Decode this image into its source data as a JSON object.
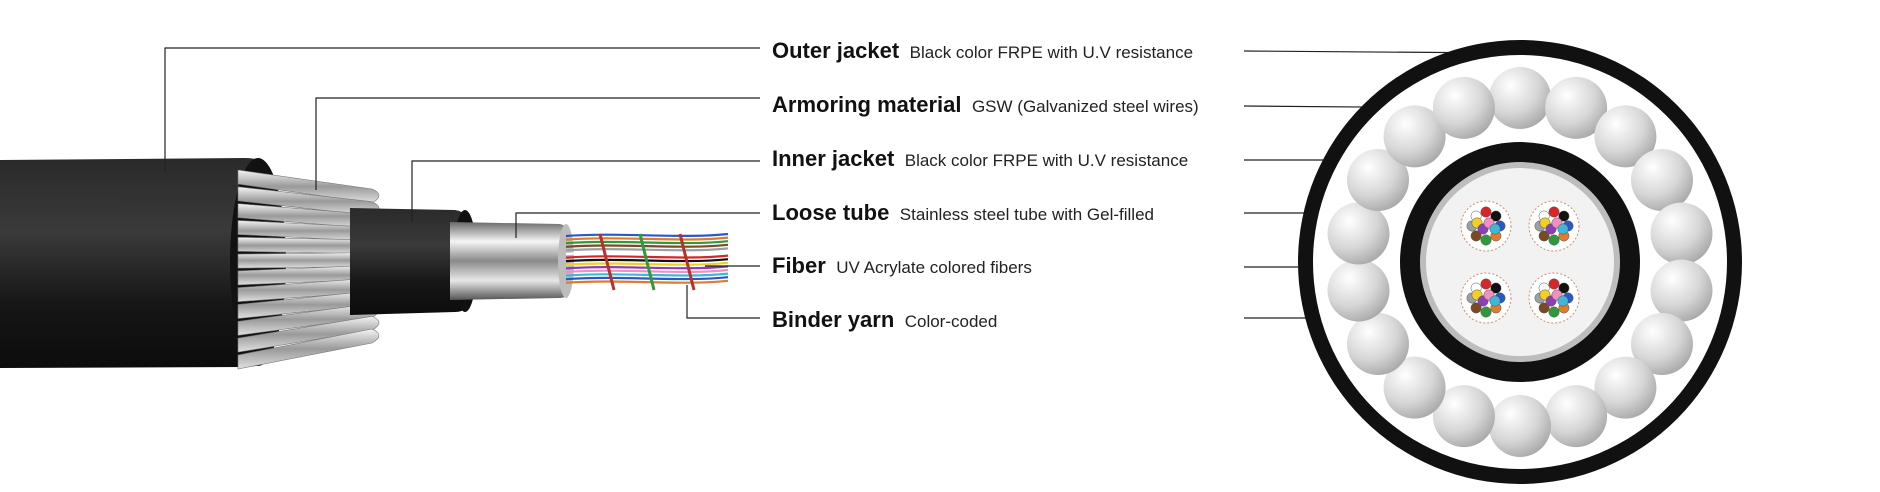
{
  "components": [
    {
      "name": "Outer jacket",
      "description": "Black color FRPE with U.V resistance"
    },
    {
      "name": "Armoring material",
      "description": "GSW (Galvanized steel wires)"
    },
    {
      "name": "Inner jacket",
      "description": "Black color FRPE with U.V resistance"
    },
    {
      "name": "Loose tube",
      "description": "Stainless steel tube with Gel-filled"
    },
    {
      "name": "Fiber",
      "description": "UV Acrylate colored fibers"
    },
    {
      "name": "Binder yarn",
      "description": "Color-coded"
    }
  ],
  "colors": {
    "jacket": "#1a1a1a",
    "steel_wire": "#d8d8d8",
    "tube_steel": "#c9c9c9",
    "fiber_colors": [
      "#2b57c7",
      "#e07a2c",
      "#2f9a3c",
      "#7a4a22",
      "#9aa0a6",
      "#ffffff",
      "#d6262a",
      "#111111",
      "#f2d021",
      "#8a3fb5",
      "#f08fc0",
      "#3fb7d6"
    ]
  }
}
